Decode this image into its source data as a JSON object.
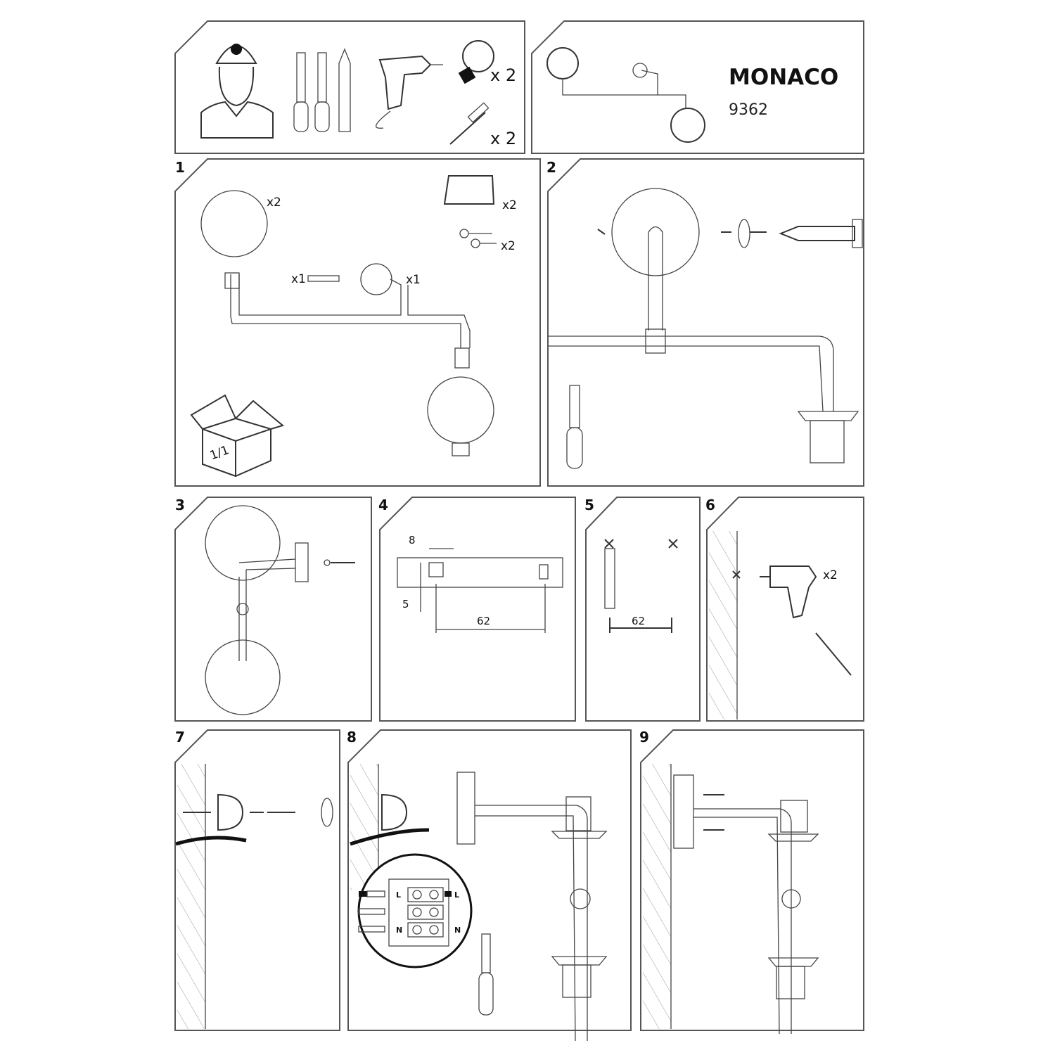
{
  "header": {
    "product_name": "MONACO",
    "product_code": "9362",
    "tools_bulb_qty": "x 2",
    "tools_screw_qty": "x 2"
  },
  "steps": [
    {
      "number": "1",
      "labels": {
        "shade_qty": "x2",
        "canopy_qty": "x2",
        "screw_qty": "x2",
        "rod_qty": "x1",
        "plate_qty": "x1",
        "box_label": "1/1"
      }
    },
    {
      "number": "2"
    },
    {
      "number": "3"
    },
    {
      "number": "4",
      "dims": {
        "a": "8",
        "b": "5",
        "c": "62"
      }
    },
    {
      "number": "5",
      "dims": {
        "c": "62"
      }
    },
    {
      "number": "6",
      "labels": {
        "drill_qty": "x2"
      }
    },
    {
      "number": "7"
    },
    {
      "number": "8",
      "wiring": {
        "left_top": "L",
        "left_bottom": "N",
        "right_top": "L",
        "right_bottom": "N"
      }
    },
    {
      "number": "9"
    }
  ]
}
